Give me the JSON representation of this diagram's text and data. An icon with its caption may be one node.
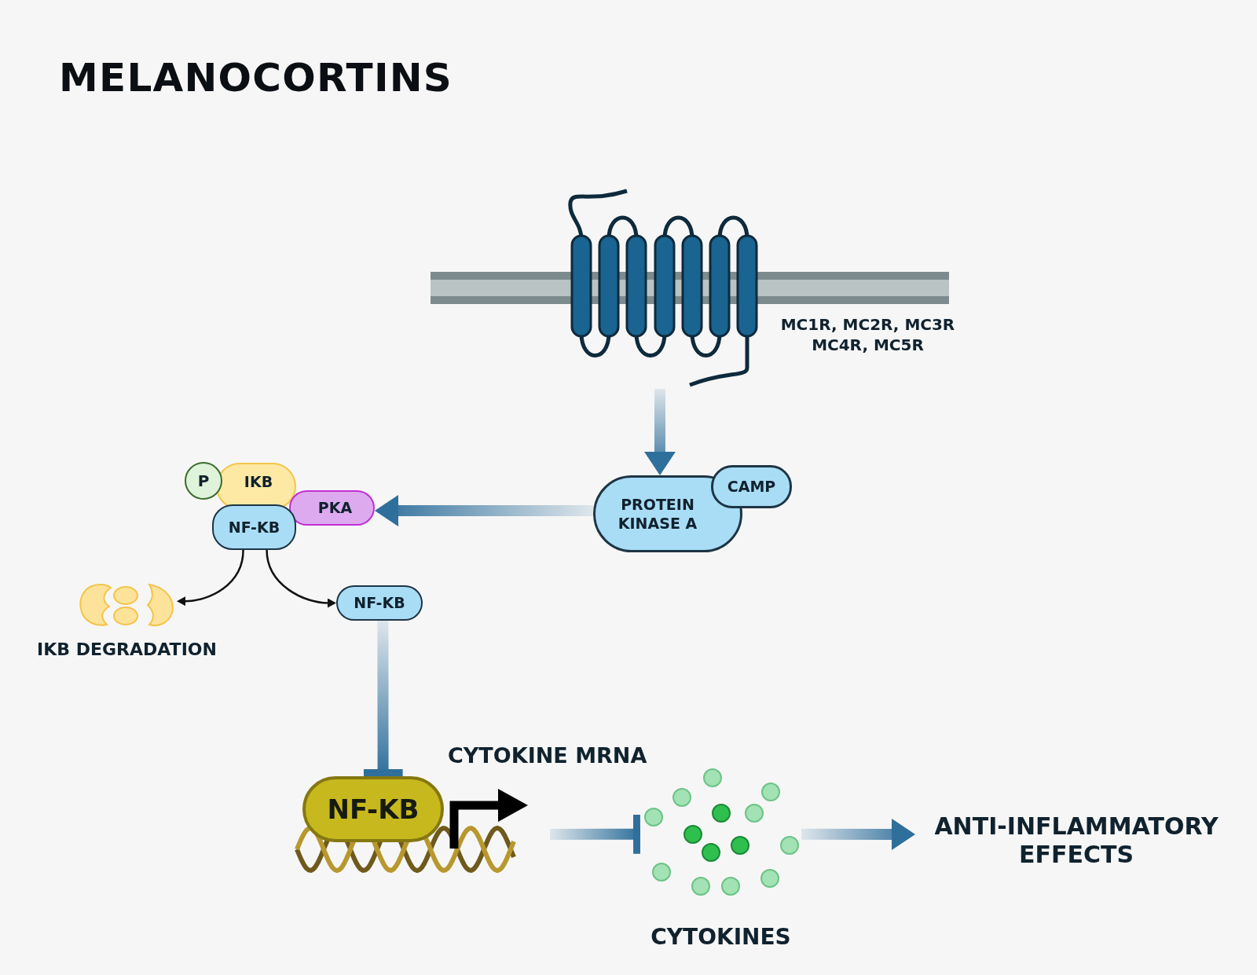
{
  "diagram": {
    "title": "MELANOCORTINS",
    "nodes": [
      {
        "text": [],
        "shape": "picture",
        "beside": [
          "MC1R, MC2R, MC3R MC4R, MC5R"
        ]
      },
      {
        "text": [
          "PROTEIN KINASE A"
        ]
      },
      {
        "text": [
          "CAMP"
        ]
      },
      {
        "text": [
          "P"
        ]
      },
      {
        "text": [
          "IKB"
        ]
      },
      {
        "text": [
          "PKA"
        ]
      },
      {
        "text": [
          "NF-KB"
        ]
      },
      {
        "text": [],
        "shape": "picture",
        "beside": [
          "IKB DEGRADATION"
        ]
      },
      {
        "text": [
          "NF-KB"
        ]
      },
      {
        "text": [
          "NF-KB"
        ]
      },
      {
        "text": [],
        "shape": "picture",
        "beside": [
          "CYTOKINES"
        ]
      },
      {
        "text": [
          "ANTI-INFLAMMATORY EFFECTS"
        ]
      }
    ],
    "edges": [
      {
        "from": 0,
        "to": 1,
        "arrow": "to",
        "style": "thick"
      },
      {
        "from": 1,
        "to": 5,
        "arrow": "to",
        "style": "thick"
      },
      {
        "from": 6,
        "to": 7,
        "arrow": "to",
        "color": "#111111"
      },
      {
        "from": 6,
        "to": 8,
        "arrow": "to",
        "color": "#111111"
      },
      {
        "from": 8,
        "to": 9,
        "arrow": "other",
        "style": "thick"
      },
      {
        "from": null,
        "to": 10,
        "arrow": "other",
        "style": "thick"
      },
      {
        "from": 10,
        "to": 11,
        "arrow": "to",
        "style": "thick"
      }
    ],
    "labels": [
      "CYTOKINE MRNA"
    ]
  }
}
